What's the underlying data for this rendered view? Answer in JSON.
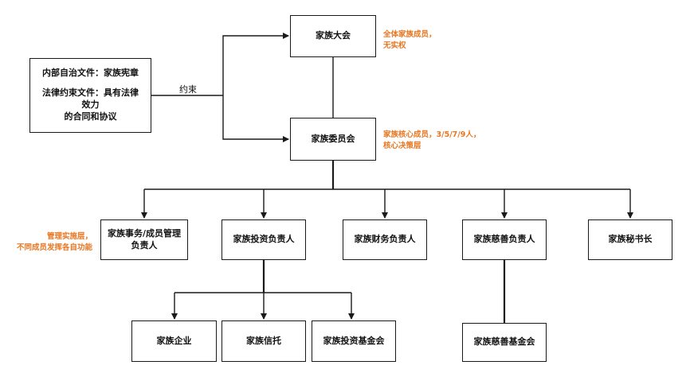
{
  "documents": {
    "line1": "内部自治文件：家族宪章",
    "line2": "法律约束文件：具有法律效力",
    "line3": "的合同和协议"
  },
  "edge_label": "约束",
  "assembly": {
    "title": "家族大会",
    "note_line1": "全体家族成员，",
    "note_line2": "无实权"
  },
  "committee": {
    "title": "家族委员会",
    "note_line1": "家族核心成员，3/5/7/9人，",
    "note_line2": "核心决策层"
  },
  "executive_note": {
    "line1": "管理实施层，",
    "line2": "不同成员发挥各自功能"
  },
  "roles": {
    "affairs_line1": "家族事务/成员管理",
    "affairs_line2": "负责人",
    "investment": "家族投资负责人",
    "finance": "家族财务负责人",
    "charity": "家族慈善负责人",
    "secretary": "家族秘书长"
  },
  "entities": {
    "enterprise": "家族企业",
    "trust": "家族信托",
    "investment_fund": "家族投资基金会",
    "charity_fund": "家族慈善基金会"
  },
  "colors": {
    "note": "#e87722",
    "line": "#1a1a1a"
  }
}
